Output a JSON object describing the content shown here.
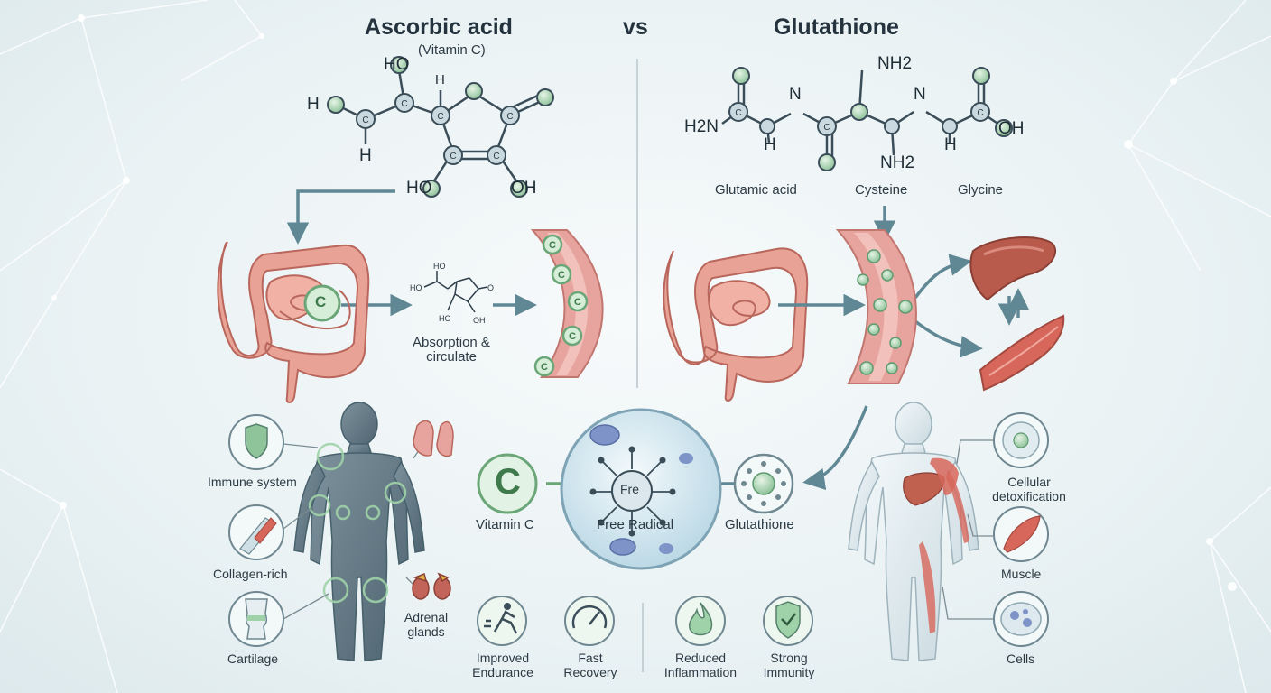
{
  "titles": {
    "left": "Ascorbic acid",
    "left_sub": "(Vitamin C)",
    "vs": "vs",
    "right": "Glutathione"
  },
  "ascorbic_atoms": {
    "h1": "H",
    "h2": "H",
    "h3": "H",
    "carbon": "C",
    "oxygen": "O",
    "ho_left": "HO",
    "oh_right": "OH",
    "ho_top": "HO",
    "ho_bottom": "HO",
    "oh_bottom": "OH"
  },
  "glutathione_atoms": {
    "nh2_top": "NH2",
    "nh2_bottom": "NH2",
    "h2n": "H2N",
    "oh": "OH",
    "n": "N",
    "h": "H",
    "o": "O",
    "c": "C"
  },
  "amino_acids": [
    "Glutamic acid",
    "Cysteine",
    "Glycine"
  ],
  "absorption_label": [
    "Absorption &",
    "circulate"
  ],
  "mini_molecule": {
    "ho1": "HO",
    "ho2": "HO",
    "ho3": "HO",
    "oh": "OH",
    "o": "O"
  },
  "vitc_symbol": "C",
  "body_targets_left": [
    "Immune system",
    "Collagen-rich",
    "Cartilage"
  ],
  "adrenal_label": [
    "Adrenal",
    "glands"
  ],
  "body_targets_right": [
    [
      "Cellular",
      "detoxification"
    ],
    [
      "Muscle"
    ],
    [
      "Cells"
    ]
  ],
  "center": {
    "vitamin_c": "Vitamin C",
    "free_radical": "Free Radical",
    "fre": "Fre",
    "glutathione": "Glutathione",
    "c_symbol": "C"
  },
  "benefits": [
    [
      "Improved",
      "Endurance"
    ],
    [
      "Fast",
      "Recovery"
    ],
    [
      "Reduced",
      "Inflammation"
    ],
    [
      "Strong",
      "Immunity"
    ]
  ],
  "colors": {
    "accent_green": "#9fd2a8",
    "intestine": "#e9a396",
    "vessel": "#e39a94",
    "body_left": "#5d7380",
    "body_right": "#dfe9ee",
    "liver": "#b85a4c",
    "arrow": "#5f8794"
  }
}
